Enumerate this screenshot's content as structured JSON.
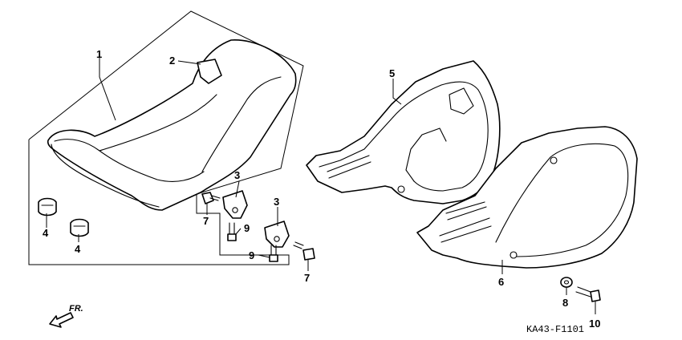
{
  "callouts": {
    "c1": "1",
    "c2": "2",
    "c3a": "3",
    "c3b": "3",
    "c4a": "4",
    "c4b": "4",
    "c5": "5",
    "c6": "6",
    "c7a": "7",
    "c7b": "7",
    "c8": "8",
    "c9a": "9",
    "c9b": "9",
    "c10": "10"
  },
  "direction_label": "FR.",
  "diagram_code": "KA43-F1101",
  "colors": {
    "line": "#000000",
    "background": "#ffffff"
  }
}
